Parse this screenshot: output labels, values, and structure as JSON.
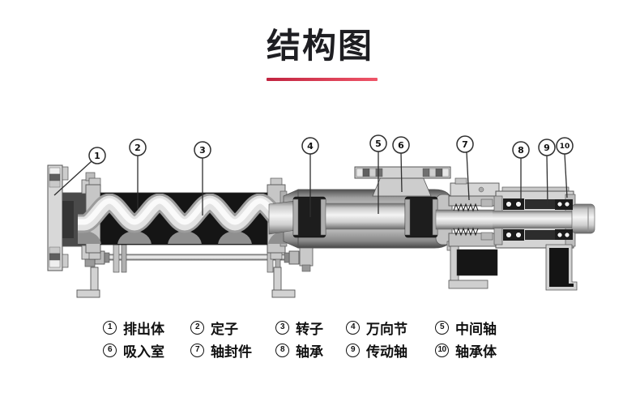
{
  "title": "结构图",
  "colors": {
    "accent_red_start": "#c12440",
    "accent_red_end": "#ef5568",
    "title_color": "#1e1e22",
    "diagram_line": "#2e2e2e"
  },
  "parts": [
    {
      "num": "1",
      "label": "排出体"
    },
    {
      "num": "2",
      "label": "定子"
    },
    {
      "num": "3",
      "label": "转子"
    },
    {
      "num": "4",
      "label": "万向节"
    },
    {
      "num": "5",
      "label": "中间轴"
    },
    {
      "num": "6",
      "label": "吸入室"
    },
    {
      "num": "7",
      "label": "轴封件"
    },
    {
      "num": "8",
      "label": "轴承"
    },
    {
      "num": "9",
      "label": "传动轴"
    },
    {
      "num": "10",
      "label": "轴承体"
    }
  ]
}
